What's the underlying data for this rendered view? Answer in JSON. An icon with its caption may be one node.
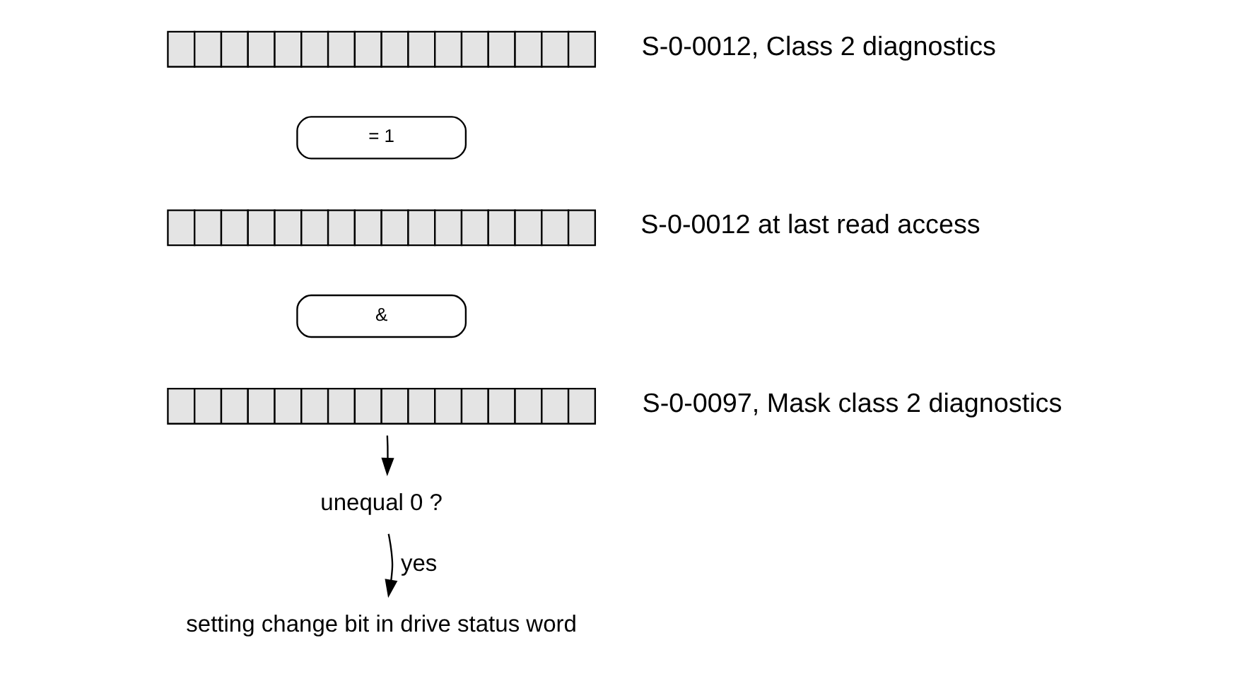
{
  "diagram": {
    "nodes": [
      {
        "text": [],
        "shape": "bar",
        "beside": [
          "S-0-0012, Class 2 diagnostics"
        ]
      },
      {
        "text": [
          "= 1"
        ]
      },
      {
        "text": [],
        "shape": "bar",
        "beside": [
          "S-0-0012 at last read access"
        ]
      },
      {
        "text": [
          "&"
        ]
      },
      {
        "text": [],
        "shape": "bar",
        "beside": [
          "S-0-0097, Mask class 2 diagnostics"
        ]
      },
      {
        "text": [
          "unequal 0 ?"
        ]
      },
      {
        "text": [
          "setting change bit in drive status word"
        ]
      }
    ],
    "edges": [
      {
        "from": 4,
        "to": 5,
        "arrow": "to"
      },
      {
        "from": 5,
        "to": 6,
        "arrow": "to",
        "label": "yes"
      }
    ]
  }
}
